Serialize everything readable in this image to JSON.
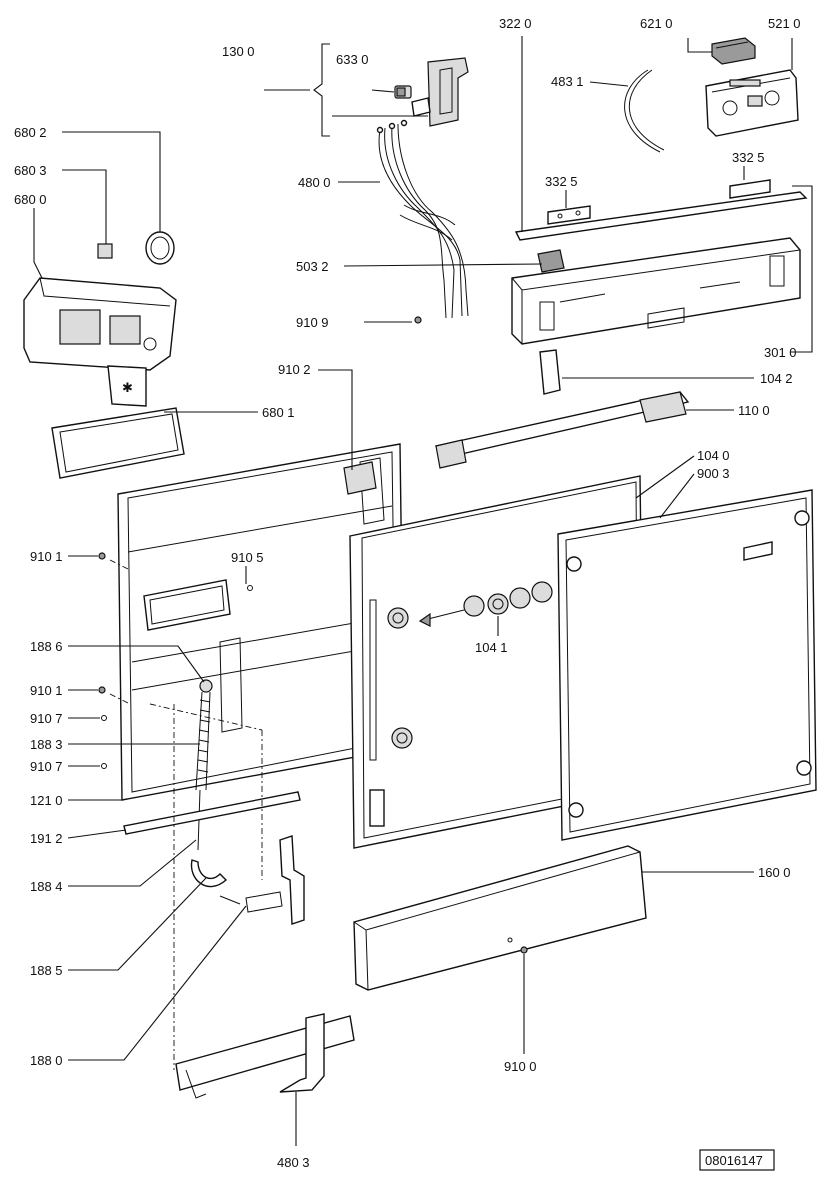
{
  "callouts": {
    "c1300": "130 0",
    "c6330": "633 0",
    "c3220": "322 0",
    "c6210": "621 0",
    "c5210": "521 0",
    "c4831": "483 1",
    "c6802": "680 2",
    "c6803": "680 3",
    "c6800": "680 0",
    "c4800": "480 0",
    "c3325a": "332 5",
    "c3325b": "332 5",
    "c5032": "503 2",
    "c9109": "910 9",
    "c3010": "301 0",
    "c9102": "910 2",
    "c1042": "104 2",
    "c6801": "680 1",
    "c1100": "110 0",
    "c1040": "104 0",
    "c9003": "900 3",
    "c9101a": "910 1",
    "c9105": "910 5",
    "c1041": "104 1",
    "c1886": "188 6",
    "c9101b": "910 1",
    "c9107a": "910 7",
    "c1883": "188 3",
    "c9107b": "910 7",
    "c1210": "121 0",
    "c1912": "191 2",
    "c1884": "188 4",
    "c1600": "160 0",
    "c1885": "188 5",
    "c1880": "188 0",
    "c9100": "910 0",
    "c4803": "480 3"
  },
  "reference_code": "08016147"
}
